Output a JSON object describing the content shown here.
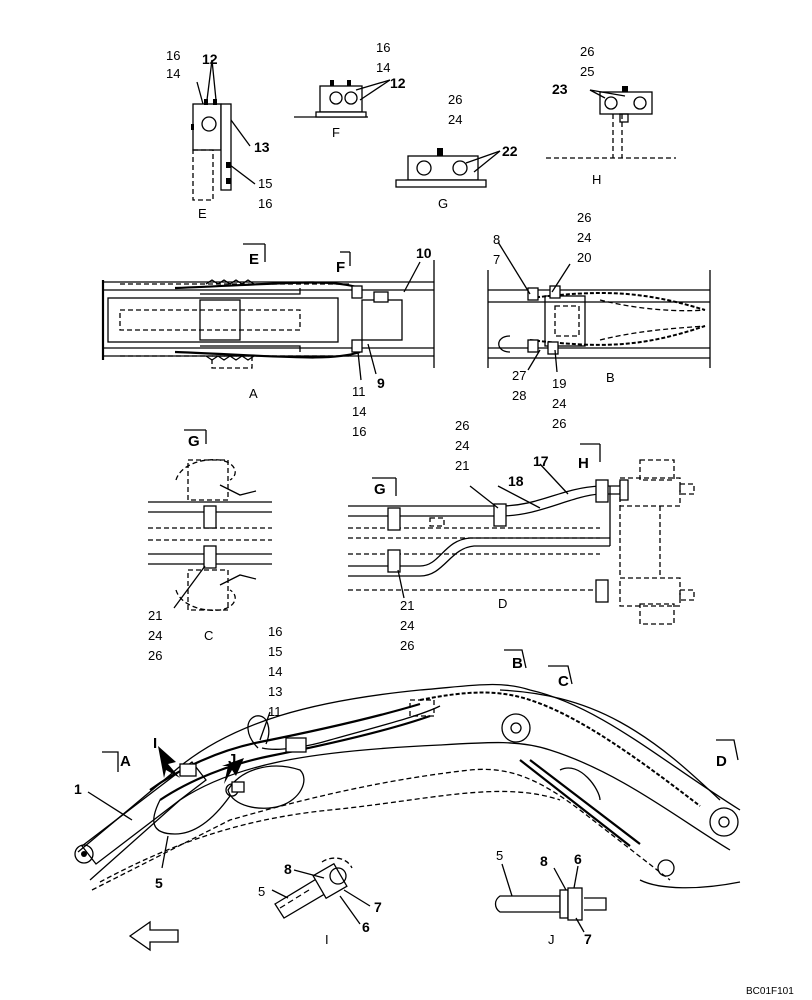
{
  "callouts": {
    "E": {
      "top_left": [
        "16",
        "14"
      ],
      "top_right": "12",
      "right": "13",
      "bottom_right": [
        "15",
        "16"
      ],
      "view": "E"
    },
    "F": {
      "top": [
        "16",
        "14"
      ],
      "right": "12",
      "view": "F"
    },
    "G": {
      "top": [
        "26",
        "24"
      ],
      "right": "22",
      "view": "G"
    },
    "H": {
      "top": [
        "26",
        "25"
      ],
      "left": "23",
      "view": "H"
    },
    "A": {
      "part_10": "10",
      "part_9": "9",
      "bottom": [
        "11",
        "14",
        "16"
      ],
      "view": "A",
      "arrow_E": "E",
      "arrow_F": "F"
    },
    "B": {
      "left_top": [
        "8",
        "7"
      ],
      "right_top": [
        "26",
        "24",
        "20"
      ],
      "left_bottom": [
        "27",
        "28"
      ],
      "center_bottom": [
        "19",
        "24",
        "26"
      ],
      "view": "B"
    },
    "C": {
      "bottom": [
        "21",
        "24",
        "26"
      ],
      "view": "C",
      "arrow_G": "G"
    },
    "D": {
      "top": [
        "26",
        "24",
        "21"
      ],
      "part_17": "17",
      "part_18": "18",
      "bottom": [
        "21",
        "24",
        "26"
      ],
      "view": "D",
      "arrow_G": "G",
      "arrow_H": "H"
    },
    "main": {
      "stack": [
        "16",
        "15",
        "14",
        "13",
        "11"
      ],
      "part_1": "1",
      "part_5": "5",
      "arrow_A": "A",
      "arrow_B": "B",
      "arrow_C": "C",
      "arrow_D": "D",
      "arrow_I": "I",
      "arrow_J": "J"
    },
    "I": {
      "p8": "8",
      "p7": "7",
      "p5": "5",
      "p6": "6",
      "view": "I"
    },
    "J": {
      "p5": "5",
      "p8": "8",
      "p6": "6",
      "p7": "7",
      "view": "J"
    }
  },
  "drawing_code": "BC01F101"
}
